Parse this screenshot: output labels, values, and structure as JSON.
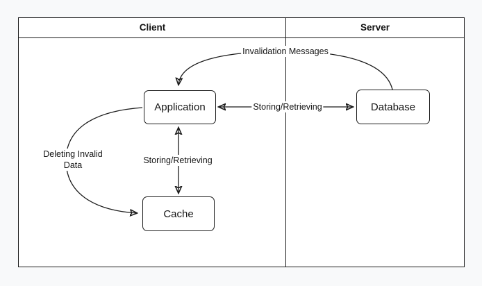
{
  "diagram": {
    "type": "swimlane-flow-diagram",
    "panels": [
      {
        "id": "client",
        "label": "Client"
      },
      {
        "id": "server",
        "label": "Server"
      }
    ],
    "nodes": [
      {
        "id": "application",
        "label": "Application",
        "panel": "client"
      },
      {
        "id": "database",
        "label": "Database",
        "panel": "server"
      },
      {
        "id": "cache",
        "label": "Cache",
        "panel": "client"
      }
    ],
    "edges": [
      {
        "id": "invalidation-messages",
        "label": "Invalidation Messages",
        "from": "database",
        "to": "application",
        "direction": "one-way"
      },
      {
        "id": "storing-retrieving-horizontal",
        "label": "Storing/Retrieving",
        "from": "application",
        "to": "database",
        "direction": "two-way"
      },
      {
        "id": "storing-retrieving-vertical",
        "label": "Storing/Retrieving",
        "from": "application",
        "to": "cache",
        "direction": "two-way"
      },
      {
        "id": "deleting-invalid-data",
        "label": "Deleting Invalid Data",
        "label_lines": [
          "Deleting Invalid",
          "Data"
        ],
        "from": "application",
        "to": "cache",
        "direction": "one-way"
      }
    ],
    "colors": {
      "stroke": "#1b1b1b",
      "canvas_background": "#f8f9fa",
      "shape_fill": "#ffffff"
    }
  }
}
